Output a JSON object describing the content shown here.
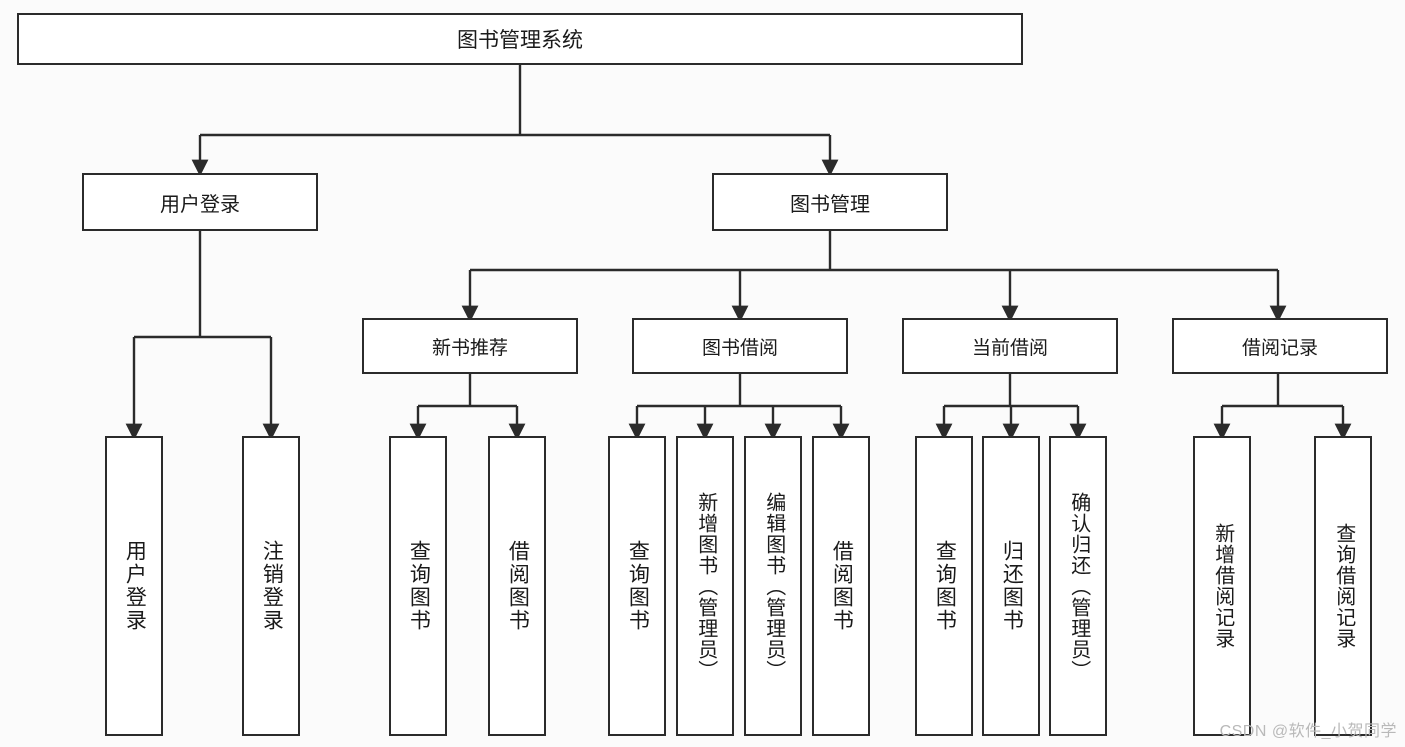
{
  "diagram": {
    "title": "图书管理系统",
    "type": "tree-hierarchy",
    "root": {
      "label": "图书管理系统"
    },
    "level1": [
      {
        "label": "用户登录"
      },
      {
        "label": "图书管理"
      }
    ],
    "level2": [
      {
        "label": "新书推荐"
      },
      {
        "label": "图书借阅"
      },
      {
        "label": "当前借阅"
      },
      {
        "label": "借阅记录"
      }
    ],
    "leaves": {
      "user_login": [
        {
          "label": "用户登录"
        },
        {
          "label": "注销登录"
        }
      ],
      "new_book_recommend": [
        {
          "label": "查询图书"
        },
        {
          "label": "借阅图书"
        }
      ],
      "book_borrow": [
        {
          "label": "查询图书"
        },
        {
          "label": "新增图书（管理员）"
        },
        {
          "label": "编辑图书（管理员）"
        },
        {
          "label": "借阅图书"
        }
      ],
      "current_borrow": [
        {
          "label": "查询图书"
        },
        {
          "label": "归还图书"
        },
        {
          "label": "确认归还（管理员）"
        }
      ],
      "borrow_record": [
        {
          "label": "新增借阅记录"
        },
        {
          "label": "查询借阅记录"
        }
      ]
    }
  },
  "watermark": {
    "text": "CSDN @软件_小贺同学"
  },
  "colors": {
    "border": "#2b2b2b",
    "box_fill": "#ffffff",
    "page_bg": "#fbfbfb",
    "text": "#1a1a1a",
    "watermark": "#b9b9b9"
  }
}
